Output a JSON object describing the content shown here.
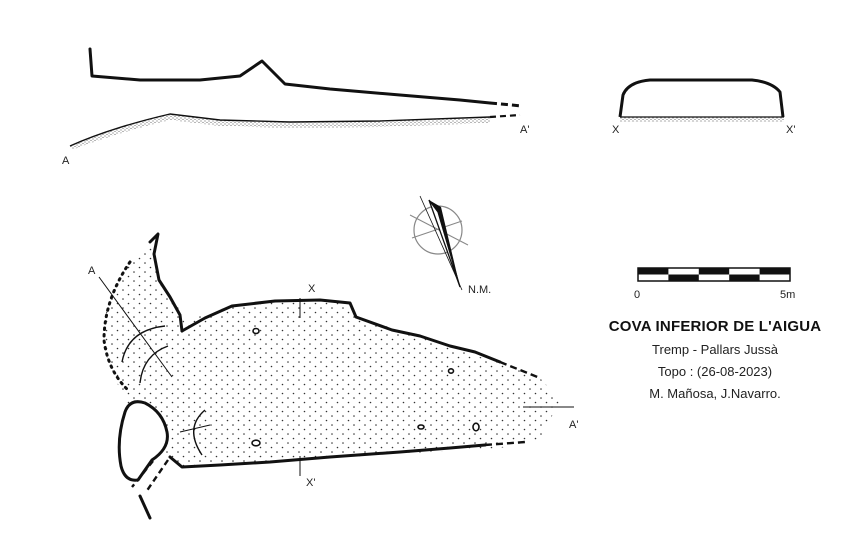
{
  "title": "COVA INFERIOR DE L'AIGUA",
  "location": "Tremp - Pallars Jussà",
  "topo": "Topo : (26-08-2023)",
  "authors": "M. Mañosa, J.Navarro.",
  "north": {
    "label": "N.M.",
    "icon": "north-arrow-icon"
  },
  "scale": {
    "start": "0",
    "end": "5m"
  },
  "sections": {
    "long_start": "A",
    "long_end": "A'",
    "cross_start": "X",
    "cross_end": "X'"
  },
  "plan_labels": {
    "a": "A",
    "a_prime": "A'",
    "x": "X",
    "x_prime": "X'"
  },
  "colors": {
    "ink": "#111111",
    "stipple": "#333333",
    "background": "#ffffff"
  }
}
